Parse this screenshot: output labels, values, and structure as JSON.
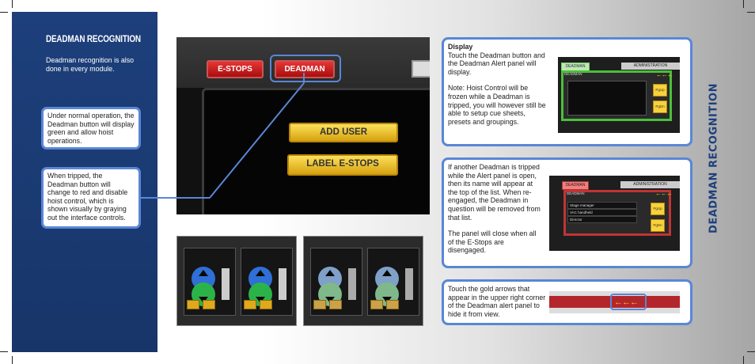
{
  "side_panel": {
    "title": "DEADMAN RECOGNITION",
    "intro": "Deadman recognition is also done in every module.",
    "callout_normal": "Under normal operation, the Deadman button will display green and allow hoist operations.",
    "callout_tripped": "When tripped, the Deadman button will change to red and disable hoist control, which is shown visually by graying out the interface controls."
  },
  "main_screenshot": {
    "estops_label": "E-STOPS",
    "deadman_label": "DEADMAN",
    "add_user_label": "ADD USER",
    "label_estops_label": "LABEL E-STOPS"
  },
  "display_callout": {
    "heading": "Display",
    "body": "Touch the Deadman button and the Deadman Alert panel will display.",
    "note": "Note: Hoist Control will be frozen while a Deadman is tripped, you will however still be able to setup cue sheets, presets and groupings.",
    "mini": {
      "tab": "DEADMAN",
      "admin": "ADMINISTRATION",
      "panel_label": "DEADMAN",
      "pgup": "PgUp",
      "pgdn": "PgDn",
      "arrows": "←←←"
    }
  },
  "tripped_callout": {
    "body": "If another Deadman is tripped while the Alert panel is open, then its name will appear at the top of the list. When re-engaged, the Deadman in question will be removed from that list.",
    "close_note": "The panel will close when all of the E-Stops are disengaged.",
    "mini": {
      "tab": "DEADMAN",
      "admin": "ADMINISTRATION",
      "panel_label": "DEADMAN",
      "rows": [
        "Stage manager",
        "VAC handheld",
        "Director"
      ],
      "pgup": "PgUp",
      "pgdn": "PgDn",
      "arrows": "←←←"
    }
  },
  "arrows_callout": {
    "body": "Touch the gold arrows that appear in the upper right corner of the Deadman alert panel to hide it from view.",
    "arrows": "←←←"
  },
  "page_title_vertical": "DEADMAN RECOGNITION",
  "colors": {
    "brand_blue": "#1d3f7b",
    "callout_border": "#5a86d6",
    "gold": "#f7c82a",
    "alert_red": "#e63535",
    "alert_green": "#4bbf3a"
  }
}
